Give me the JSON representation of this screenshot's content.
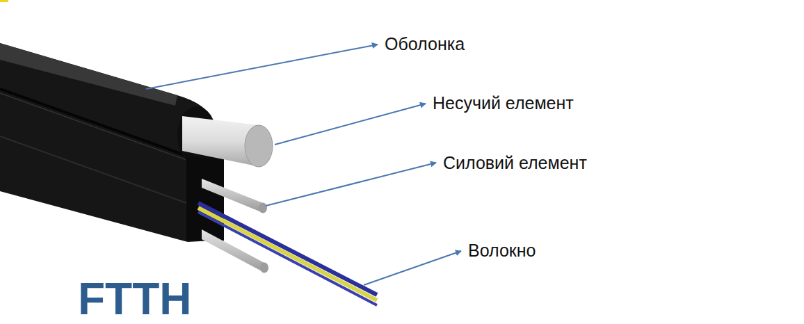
{
  "diagram": {
    "title": "FTTH",
    "labels": [
      "Оболонка",
      "Несучий елемент",
      "Силовий елемент",
      "Волокно"
    ]
  }
}
